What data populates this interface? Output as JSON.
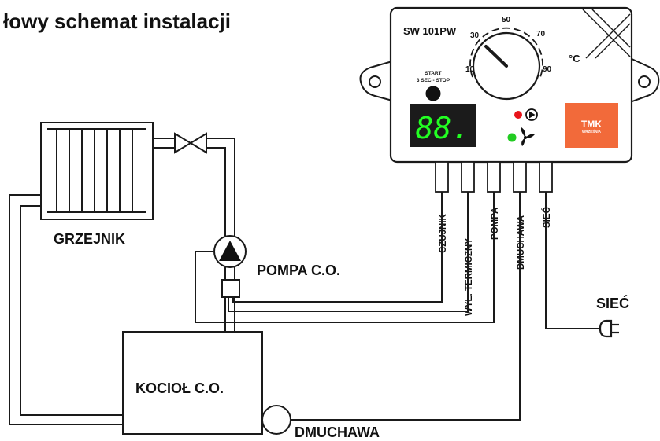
{
  "title": "łowy schemat instalacji",
  "device": {
    "model": "SW 101PW",
    "dial_scale": [
      "10",
      "30",
      "50",
      "70",
      "90"
    ],
    "unit": "°C",
    "start_label_line1": "START",
    "start_label_line2": "3 SEC - STOP",
    "display_value": "88.",
    "brand_logo": "TMK",
    "brand_sub": "WRZEŚNIA",
    "indicators": [
      {
        "name": "pump-indicator",
        "color": "#e8141a",
        "icon": "play-triangle-icon"
      },
      {
        "name": "fan-indicator",
        "color": "#22cc22",
        "icon": "fan-icon"
      }
    ]
  },
  "cable_labels": [
    "CZUJNIK",
    "WYŁ. TERMICZNY",
    "POMPA",
    "DMUCHAWA",
    "SIEĆ"
  ],
  "components": {
    "radiator": "GRZEJNIK",
    "pump": "POMPA C.O.",
    "boiler": "KOCIOŁ C.O.",
    "blower": "DMUCHAWA",
    "mains": "SIEĆ"
  },
  "colors": {
    "display_bg": "#1b1b1b",
    "display_digits": "#22ff22",
    "brand_orange": "#f26a3a",
    "line": "#1a1a1a"
  }
}
